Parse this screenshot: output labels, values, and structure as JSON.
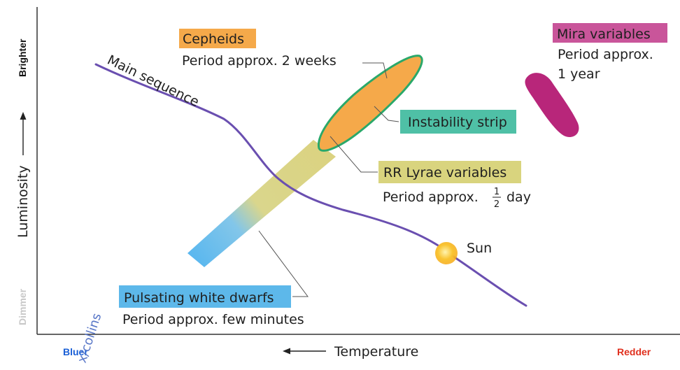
{
  "axes": {
    "y_title": "Luminosity",
    "y_top": "Brighter",
    "y_bottom": "Dimmer",
    "x_title": "Temperature",
    "x_left": "Bluer",
    "x_right": "Redder"
  },
  "labels": {
    "main_sequence": "Main sequence",
    "cepheids_title": "Cepheids",
    "cepheids_period": "Period approx. 2 weeks",
    "instability_strip": "Instability strip",
    "rr_lyrae_title": "RR Lyrae variables",
    "rr_lyrae_period_prefix": "Period approx.",
    "rr_lyrae_frac_num": "1",
    "rr_lyrae_frac_den": "2",
    "rr_lyrae_period_suffix": "day",
    "mira_title": "Mira variables",
    "mira_period_line1": "Period approx.",
    "mira_period_line2": "1 year",
    "sun": "Sun",
    "white_dwarfs_title": "Pulsating white dwarfs",
    "white_dwarfs_period": "Period approx. few minutes",
    "handwriting": "x/collins"
  },
  "colors": {
    "main_sequence": "#6a4fb0",
    "cepheids_box": "#f5a94a",
    "instability_box": "#4fc0a6",
    "rr_lyrae_box": "#d9d47e",
    "mira_box": "#c9559a",
    "mira_blob": "#b8267a",
    "white_dwarfs_box": "#5db8ea",
    "strip_outline": "#2aa86a",
    "bluer": "#1a5fd6",
    "redder": "#e0301e",
    "sun": "#f6b21a"
  }
}
